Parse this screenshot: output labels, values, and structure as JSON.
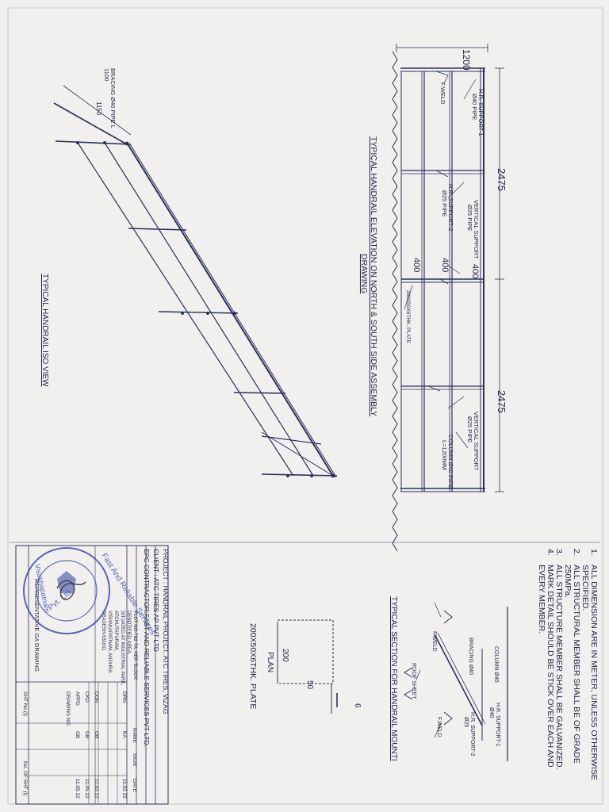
{
  "sheet": {
    "elevation_title": "TYPICAL HANDRAIL ELEVATION ON NORTH & SOUTH SIDE ASSEMBLY",
    "elevation_subtitle": "DRAWING",
    "iso_title": "TYPICAL HANDRAIL ISO VIEW",
    "section_title": "TYPICAL SECTION FOR HANDRAIL MOUNTI",
    "plate_title": "200X50X6THK. PLATE",
    "plate_plan": "PLAN"
  },
  "dimensions": {
    "height_1200": "1200",
    "span_left": "2475",
    "span_right": "2475",
    "rail_gap_top": "400",
    "rail_gap_mid": "400",
    "rail_gap_bottom": "400",
    "iso_1100": "1100",
    "iso_1150": "1150",
    "plate_200": "200",
    "plate_50": "50",
    "plate_6": "6"
  },
  "labels": {
    "hr_support_1": "H.R. SUPPORT-1",
    "hr_support_1_spec": "Ø40 PIPE",
    "f_weld": "F.WELD",
    "vertical_support": "VERTICAL SUPPORT",
    "vertical_support_spec": "Ø25 PIPE",
    "hr_support_2": "H.R. SUPPORT-2",
    "hr_support_2_spec": "Ø25 PIPE",
    "base_plate": "200X50X6THK. PLATE",
    "column": "COLUMN Ø40 PIPE",
    "column_length": "L=1200MM",
    "bracing_iso": "BRACING Ø40 PIPE L",
    "bracing_iso_len": "1100MM",
    "sec_column": "COLUMN Ø40",
    "sec_hr1": "H.R. SUPPORT-1",
    "sec_hr1_spec": "Ø40",
    "sec_bracing": "BRACING Ø40",
    "sec_f_weld": "F.WELD",
    "sec_roof_sheet": "ROOF SHEET",
    "sec_hr2": "H.R. SUPPORT-2",
    "sec_hr2_spec": "Ø25",
    "sec_f_weld_2": "F.WELD"
  },
  "notes": [
    {
      "num": "1.",
      "text": "ALL DIMENSION ARE IN METER, UNLESS OTHERWISE"
    },
    {
      "num": "",
      "text": "SPECIFIED."
    },
    {
      "num": "2.",
      "text": "ALL STRUCTURAL MEMBER SHALL BE OF GRADE"
    },
    {
      "num": "",
      "text": "250MPa."
    },
    {
      "num": "3.",
      "text": "ALL STRUCTURE MEMBER SHALL BE GALVANIZED."
    },
    {
      "num": "4.",
      "text": "MARK DETAIL SHOULD BE STICK OVER EACH AND"
    },
    {
      "num": "",
      "text": "EVERY MEMBER."
    }
  ],
  "title_block": {
    "project": "PROJECT : HANDRAIL PROJECT, ATC TIRES, VIZAG",
    "client": "CLIENT      : ATC TIRES AP PVT LTD",
    "contractor": "EPC CONTRACTOR:FAST AND RELIABLE SERVICES PVT LTD.",
    "address": [
      "PLOT NO-7&2 7A, HER 'BLOCK'",
      "DENOTIFIED AREA,",
      "SITUATED AT INDUSTRIAL PARK,",
      "ATCHUTAPURAM,",
      "VISHAKAPATNAM, ANDHRA",
      "PRADESH-531011"
    ],
    "headers": {
      "name": "NAME",
      "sign": "SIGN",
      "date": "DATE"
    },
    "rows": [
      {
        "role": "DRN",
        "name": "KA",
        "date": "11.02.22"
      },
      {
        "role": "DGN",
        "name": "GB",
        "date": "11.03.22"
      },
      {
        "role": "CKD",
        "name": "GB",
        "date": "11.05.22"
      },
      {
        "role": "APPD",
        "name": "GB",
        "date": "11.05.22"
      }
    ],
    "drawing_no_label": "DRAWING NO.",
    "drawing_name": "REPRESENTATIVE GA DRAWING",
    "sheet_no_label": "SHT No (I)",
    "of_sheets_label": "No. OF SHT (I)"
  },
  "stamp": {
    "ring_text": "Fast And Reliable Services",
    "company": "Pvt. Ltd.",
    "place": "Visakhapatnam"
  },
  "colors": {
    "ink": "#2b2f5a",
    "paper": "#f2f0ee",
    "stamp": "#3b4fa8"
  }
}
